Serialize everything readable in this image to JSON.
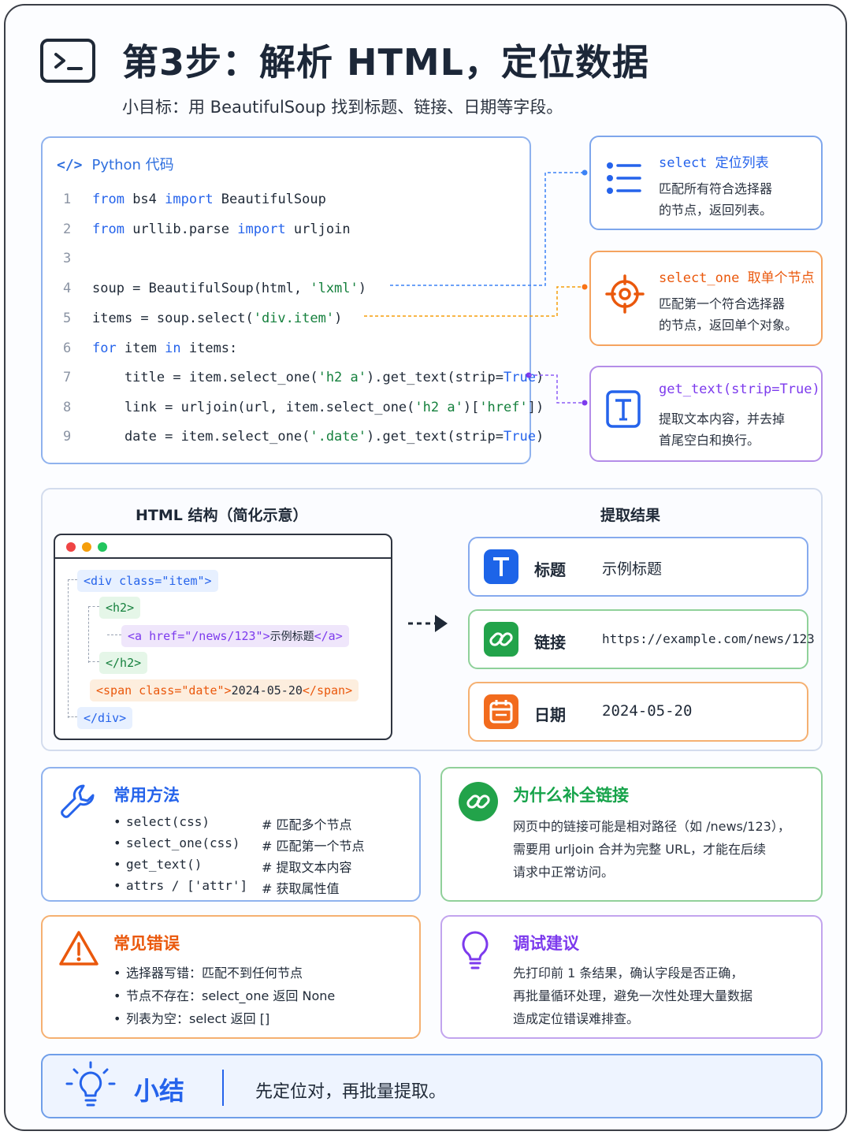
{
  "header": {
    "title": "第3步：解析 HTML，定位数据",
    "subtitle": "小目标：用 BeautifulSoup 找到标题、链接、日期等字段。"
  },
  "code": {
    "tag": "</>",
    "label": "Python 代码",
    "lines": [
      {
        "n": "1",
        "parts": [
          [
            "kw",
            "from"
          ],
          [
            "",
            " bs4 "
          ],
          [
            "kw",
            "import"
          ],
          [
            "",
            " BeautifulSoup"
          ]
        ]
      },
      {
        "n": "2",
        "parts": [
          [
            "kw",
            "from"
          ],
          [
            "",
            " urllib.parse "
          ],
          [
            "kw",
            "import"
          ],
          [
            "",
            " urljoin"
          ]
        ]
      },
      {
        "n": "3",
        "parts": []
      },
      {
        "n": "4",
        "parts": [
          [
            "",
            "soup = BeautifulSoup(html, "
          ],
          [
            "st",
            "'lxml'"
          ],
          [
            "",
            ")"
          ]
        ]
      },
      {
        "n": "5",
        "parts": [
          [
            "",
            "items = soup.select("
          ],
          [
            "st",
            "'div.item'"
          ],
          [
            "",
            ")"
          ]
        ]
      },
      {
        "n": "6",
        "parts": [
          [
            "kw",
            "for"
          ],
          [
            "",
            " item "
          ],
          [
            "kw",
            "in"
          ],
          [
            "",
            " items:"
          ]
        ]
      },
      {
        "n": "7",
        "parts": [
          [
            "",
            "    title = item.select_one("
          ],
          [
            "st",
            "'h2 a'"
          ],
          [
            "",
            ").get_text(strip="
          ],
          [
            "bo",
            "True"
          ],
          [
            "",
            ")"
          ]
        ]
      },
      {
        "n": "8",
        "parts": [
          [
            "",
            "    link = urljoin(url, item.select_one("
          ],
          [
            "st",
            "'h2 a'"
          ],
          [
            "",
            ")["
          ],
          [
            "st",
            "'href'"
          ],
          [
            "",
            "])"
          ]
        ]
      },
      {
        "n": "9",
        "parts": [
          [
            "",
            "    date = item.select_one("
          ],
          [
            "st",
            "'.date'"
          ],
          [
            "",
            ").get_text(strip="
          ],
          [
            "bo",
            "True"
          ],
          [
            "",
            ")"
          ]
        ]
      }
    ]
  },
  "annotations": [
    {
      "title": "select 定位列表",
      "desc_lines": [
        "匹配所有符合选择器",
        "的节点，返回列表。"
      ],
      "icon": "list-icon"
    },
    {
      "title": "select_one 取单个节点",
      "desc_lines": [
        "匹配第一个符合选择器",
        "的节点，返回单个对象。"
      ],
      "icon": "target-icon"
    },
    {
      "title": "get_text(strip=True)",
      "desc_lines": [
        "提取文本内容，并去掉",
        "首尾空白和换行。"
      ],
      "icon": "text-icon"
    }
  ],
  "structure": {
    "heading": "HTML 结构（简化示意）",
    "div_open": "<div class=\"item\">",
    "h2_open": "<h2>",
    "a_prefix": "<a href=\"/news/123\">",
    "a_text": "示例标题",
    "a_close": "</a>",
    "h2_close": "</h2>",
    "span_prefix": "<span class=\"date\">",
    "span_text": "2024-05-20",
    "span_close": "</span>",
    "div_close": "</div>"
  },
  "results": {
    "heading": "提取结果",
    "rows": [
      {
        "key": "标题",
        "value": "示例标题",
        "icon": "text-icon",
        "color": "#1d64e8"
      },
      {
        "key": "链接",
        "value": "https://example.com/news/123",
        "icon": "link-icon",
        "color": "#22a34a"
      },
      {
        "key": "日期",
        "value": "2024-05-20",
        "icon": "calendar-icon",
        "color": "#f26b1d"
      }
    ]
  },
  "methods": {
    "title": "常用方法",
    "items": [
      {
        "code": "select(css)",
        "comment": "# 匹配多个节点"
      },
      {
        "code": "select_one(css)",
        "comment": "# 匹配第一个节点"
      },
      {
        "code": "get_text()",
        "comment": "# 提取文本内容"
      },
      {
        "code": "attrs / ['attr']",
        "comment": "# 获取属性值"
      }
    ]
  },
  "why": {
    "title": "为什么补全链接",
    "lines": [
      "网页中的链接可能是相对路径（如 /news/123），",
      "需要用 urljoin 合并为完整 URL，才能在后续",
      "请求中正常访问。"
    ]
  },
  "errors": {
    "title": "常见错误",
    "items": [
      "选择器写错：匹配不到任何节点",
      "节点不存在：select_one 返回 None",
      "列表为空：select 返回 []"
    ]
  },
  "debug": {
    "title": "调试建议",
    "lines": [
      "先打印前 1 条结果，确认字段是否正确，",
      "再批量循环处理，避免一次性处理大量数据",
      "造成定位错误难排查。"
    ]
  },
  "summary": {
    "title": "小结",
    "text": "先定位对，再批量提取。"
  },
  "colors": {
    "blue": "#2563eb",
    "orange": "#ea580c",
    "purple": "#7c3aed",
    "green": "#16a34a"
  }
}
